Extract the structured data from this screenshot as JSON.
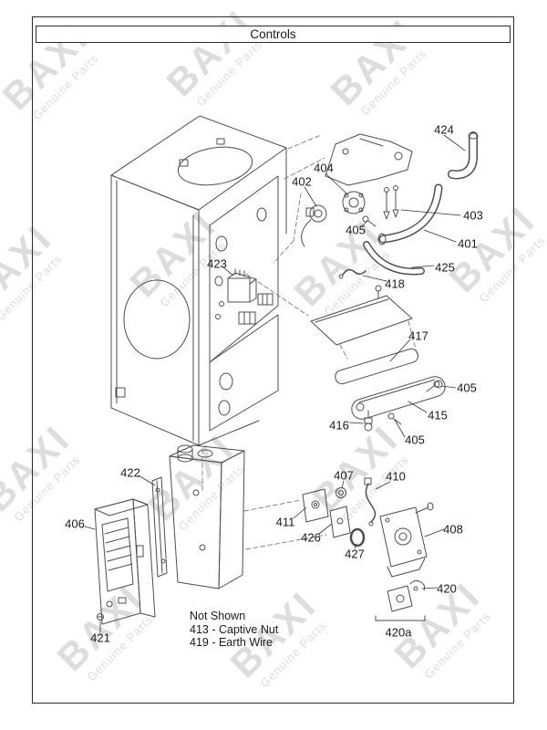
{
  "page": {
    "title": "Controls"
  },
  "watermark": {
    "brand": "BAXI",
    "tagline": "Genuine Parts"
  },
  "notes": {
    "heading": "Not Shown",
    "line1": "413 - Captive Nut",
    "line2": "419 - Earth Wire"
  },
  "labels": [
    {
      "id": "424",
      "text": "424"
    },
    {
      "id": "404",
      "text": "404"
    },
    {
      "id": "402",
      "text": "402"
    },
    {
      "id": "403",
      "text": "403"
    },
    {
      "id": "405-1",
      "text": "405"
    },
    {
      "id": "401",
      "text": "401"
    },
    {
      "id": "423",
      "text": "423"
    },
    {
      "id": "425",
      "text": "425"
    },
    {
      "id": "418",
      "text": "418"
    },
    {
      "id": "417",
      "text": "417"
    },
    {
      "id": "405-2",
      "text": "405"
    },
    {
      "id": "415",
      "text": "415"
    },
    {
      "id": "416",
      "text": "416"
    },
    {
      "id": "405-3",
      "text": "405"
    },
    {
      "id": "422",
      "text": "422"
    },
    {
      "id": "407",
      "text": "407"
    },
    {
      "id": "410",
      "text": "410"
    },
    {
      "id": "406",
      "text": "406"
    },
    {
      "id": "411",
      "text": "411"
    },
    {
      "id": "426",
      "text": "426"
    },
    {
      "id": "408",
      "text": "408"
    },
    {
      "id": "427",
      "text": "427"
    },
    {
      "id": "420",
      "text": "420"
    },
    {
      "id": "421",
      "text": "421"
    },
    {
      "id": "420a",
      "text": "420a"
    }
  ]
}
